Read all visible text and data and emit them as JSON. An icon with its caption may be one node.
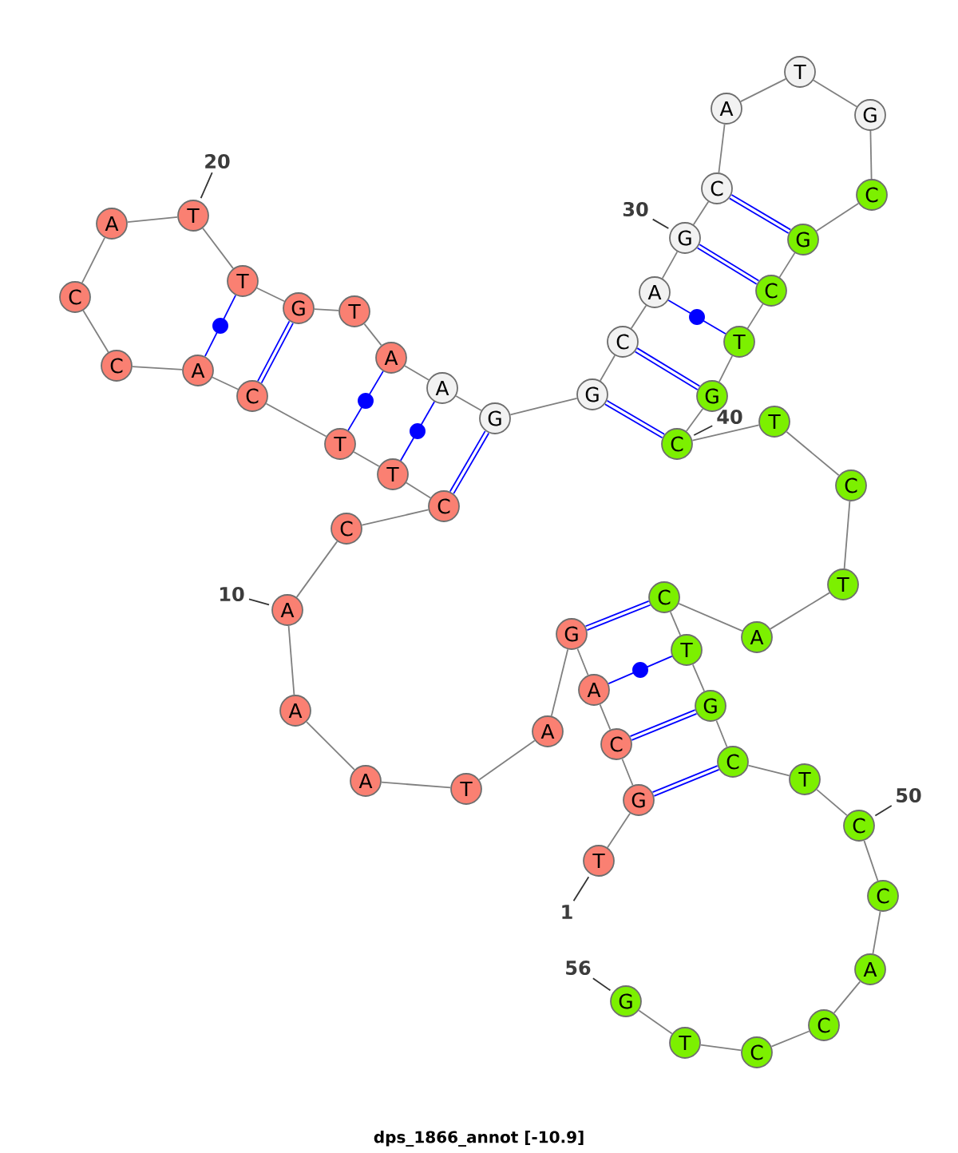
{
  "diagram": {
    "caption": "dps_1866_annot [-10.9]",
    "nodes": [
      {
        "text": [
          "T"
        ]
      },
      {
        "text": [
          "G"
        ]
      },
      {
        "text": [
          "C"
        ]
      },
      {
        "text": [
          "A"
        ]
      },
      {
        "text": [
          "G"
        ]
      },
      {
        "text": [
          "A"
        ]
      },
      {
        "text": [
          "T"
        ]
      },
      {
        "text": [
          "A"
        ]
      },
      {
        "text": [
          "A"
        ]
      },
      {
        "text": [
          "A"
        ]
      },
      {
        "text": [
          "C"
        ]
      },
      {
        "text": [
          "C"
        ]
      },
      {
        "text": [
          "T"
        ]
      },
      {
        "text": [
          "T"
        ]
      },
      {
        "text": [
          "C"
        ]
      },
      {
        "text": [
          "A"
        ]
      },
      {
        "text": [
          "C"
        ]
      },
      {
        "text": [
          "C"
        ]
      },
      {
        "text": [
          "A"
        ]
      },
      {
        "text": [
          "T"
        ]
      },
      {
        "text": [
          "T"
        ]
      },
      {
        "text": [
          "G"
        ]
      },
      {
        "text": [
          "T"
        ]
      },
      {
        "text": [
          "A"
        ]
      },
      {
        "text": [
          "A"
        ]
      },
      {
        "text": [
          "G"
        ]
      },
      {
        "text": [
          "G"
        ]
      },
      {
        "text": [
          "C"
        ]
      },
      {
        "text": [
          "A"
        ]
      },
      {
        "text": [
          "G"
        ]
      },
      {
        "text": [
          "C"
        ]
      },
      {
        "text": [
          "A"
        ]
      },
      {
        "text": [
          "T"
        ]
      },
      {
        "text": [
          "G"
        ]
      },
      {
        "text": [
          "C"
        ]
      },
      {
        "text": [
          "G"
        ]
      },
      {
        "text": [
          "C"
        ]
      },
      {
        "text": [
          "T"
        ]
      },
      {
        "text": [
          "G"
        ]
      },
      {
        "text": [
          "C"
        ]
      },
      {
        "text": [
          "T"
        ]
      },
      {
        "text": [
          "C"
        ]
      },
      {
        "text": [
          "T"
        ]
      },
      {
        "text": [
          "A"
        ]
      },
      {
        "text": [
          "C"
        ]
      },
      {
        "text": [
          "T"
        ]
      },
      {
        "text": [
          "G"
        ]
      },
      {
        "text": [
          "C"
        ]
      },
      {
        "text": [
          "T"
        ]
      },
      {
        "text": [
          "C"
        ]
      },
      {
        "text": [
          "C"
        ]
      },
      {
        "text": [
          "A"
        ]
      },
      {
        "text": [
          "C"
        ]
      },
      {
        "text": [
          "C"
        ]
      },
      {
        "text": [
          "T"
        ]
      },
      {
        "text": [
          "G"
        ]
      },
      {
        "text": [
          "1"
        ]
      },
      {
        "text": [
          "10"
        ]
      },
      {
        "text": [
          "20"
        ]
      },
      {
        "text": [
          "30"
        ]
      },
      {
        "text": [
          "40"
        ]
      },
      {
        "text": [
          "50"
        ]
      },
      {
        "text": [
          "56"
        ]
      }
    ],
    "edges": [
      {
        "from": 0,
        "to": 1,
        "arrow": "none"
      },
      {
        "from": 1,
        "to": 2,
        "arrow": "none"
      },
      {
        "from": 2,
        "to": 3,
        "arrow": "none"
      },
      {
        "from": 3,
        "to": 4,
        "arrow": "none"
      },
      {
        "from": 4,
        "to": 5,
        "arrow": "none"
      },
      {
        "from": 5,
        "to": 6,
        "arrow": "none"
      },
      {
        "from": 6,
        "to": 7,
        "arrow": "none"
      },
      {
        "from": 7,
        "to": 8,
        "arrow": "none"
      },
      {
        "from": 8,
        "to": 9,
        "arrow": "none"
      },
      {
        "from": 9,
        "to": 10,
        "arrow": "none"
      },
      {
        "from": 10,
        "to": 11,
        "arrow": "none"
      },
      {
        "from": 11,
        "to": 12,
        "arrow": "none"
      },
      {
        "from": 12,
        "to": 13,
        "arrow": "none"
      },
      {
        "from": 13,
        "to": 14,
        "arrow": "none"
      },
      {
        "from": 14,
        "to": 15,
        "arrow": "none"
      },
      {
        "from": 15,
        "to": 16,
        "arrow": "none"
      },
      {
        "from": 16,
        "to": 17,
        "arrow": "none"
      },
      {
        "from": 17,
        "to": 18,
        "arrow": "none"
      },
      {
        "from": 18,
        "to": 19,
        "arrow": "none"
      },
      {
        "from": 19,
        "to": 20,
        "arrow": "none"
      },
      {
        "from": 20,
        "to": 21,
        "arrow": "none"
      },
      {
        "from": 21,
        "to": 22,
        "arrow": "none"
      },
      {
        "from": 22,
        "to": 23,
        "arrow": "none"
      },
      {
        "from": 23,
        "to": 24,
        "arrow": "none"
      },
      {
        "from": 24,
        "to": 25,
        "arrow": "none"
      },
      {
        "from": 25,
        "to": 26,
        "arrow": "none"
      },
      {
        "from": 26,
        "to": 27,
        "arrow": "none"
      },
      {
        "from": 27,
        "to": 28,
        "arrow": "none"
      },
      {
        "from": 28,
        "to": 29,
        "arrow": "none"
      },
      {
        "from": 29,
        "to": 30,
        "arrow": "none"
      },
      {
        "from": 30,
        "to": 31,
        "arrow": "none"
      },
      {
        "from": 31,
        "to": 32,
        "arrow": "none"
      },
      {
        "from": 32,
        "to": 33,
        "arrow": "none"
      },
      {
        "from": 33,
        "to": 34,
        "arrow": "none"
      },
      {
        "from": 34,
        "to": 35,
        "arrow": "none"
      },
      {
        "from": 35,
        "to": 36,
        "arrow": "none"
      },
      {
        "from": 36,
        "to": 37,
        "arrow": "none"
      },
      {
        "from": 37,
        "to": 38,
        "arrow": "none"
      },
      {
        "from": 38,
        "to": 39,
        "arrow": "none"
      },
      {
        "from": 39,
        "to": 40,
        "arrow": "none"
      },
      {
        "from": 40,
        "to": 41,
        "arrow": "none"
      },
      {
        "from": 41,
        "to": 42,
        "arrow": "none"
      },
      {
        "from": 42,
        "to": 43,
        "arrow": "none"
      },
      {
        "from": 43,
        "to": 44,
        "arrow": "none"
      },
      {
        "from": 44,
        "to": 45,
        "arrow": "none"
      },
      {
        "from": 45,
        "to": 46,
        "arrow": "none"
      },
      {
        "from": 46,
        "to": 47,
        "arrow": "none"
      },
      {
        "from": 47,
        "to": 48,
        "arrow": "none"
      },
      {
        "from": 48,
        "to": 49,
        "arrow": "none"
      },
      {
        "from": 49,
        "to": 50,
        "arrow": "none"
      },
      {
        "from": 50,
        "to": 51,
        "arrow": "none"
      },
      {
        "from": 51,
        "to": 52,
        "arrow": "none"
      },
      {
        "from": 52,
        "to": 53,
        "arrow": "none"
      },
      {
        "from": 53,
        "to": 54,
        "arrow": "none"
      },
      {
        "from": 54,
        "to": 55,
        "arrow": "none"
      },
      {
        "from": 1,
        "to": 47,
        "arrow": "none",
        "style": "thick",
        "color": "#0000ff"
      },
      {
        "from": 2,
        "to": 46,
        "arrow": "none",
        "style": "thick",
        "color": "#0000ff"
      },
      {
        "from": 3,
        "to": 45,
        "arrow": "none",
        "color": "#0000ff"
      },
      {
        "from": 4,
        "to": 44,
        "arrow": "none",
        "style": "thick",
        "color": "#0000ff"
      },
      {
        "from": 11,
        "to": 25,
        "arrow": "none",
        "style": "thick",
        "color": "#0000ff"
      },
      {
        "from": 12,
        "to": 24,
        "arrow": "none",
        "color": "#0000ff"
      },
      {
        "from": 13,
        "to": 23,
        "arrow": "none",
        "color": "#0000ff"
      },
      {
        "from": 14,
        "to": 21,
        "arrow": "none",
        "style": "thick",
        "color": "#0000ff"
      },
      {
        "from": 15,
        "to": 20,
        "arrow": "none",
        "color": "#0000ff"
      },
      {
        "from": 26,
        "to": 39,
        "arrow": "none",
        "style": "thick",
        "color": "#0000ff"
      },
      {
        "from": 27,
        "to": 38,
        "arrow": "none",
        "style": "thick",
        "color": "#0000ff"
      },
      {
        "from": 28,
        "to": 37,
        "arrow": "none",
        "color": "#0000ff"
      },
      {
        "from": 29,
        "to": 36,
        "arrow": "none",
        "style": "thick",
        "color": "#0000ff"
      },
      {
        "from": 30,
        "to": 35,
        "arrow": "none",
        "style": "thick",
        "color": "#0000ff"
      },
      {
        "from": 56,
        "to": 0,
        "arrow": "none",
        "color": "#333333"
      },
      {
        "from": 57,
        "to": 9,
        "arrow": "none",
        "color": "#333333"
      },
      {
        "from": 58,
        "to": 19,
        "arrow": "none",
        "color": "#333333"
      },
      {
        "from": 59,
        "to": 29,
        "arrow": "none",
        "color": "#333333"
      },
      {
        "from": 60,
        "to": 39,
        "arrow": "none",
        "color": "#333333"
      },
      {
        "from": 61,
        "to": 49,
        "arrow": "none",
        "color": "#333333"
      },
      {
        "from": 62,
        "to": 55,
        "arrow": "none",
        "color": "#333333"
      }
    ]
  }
}
